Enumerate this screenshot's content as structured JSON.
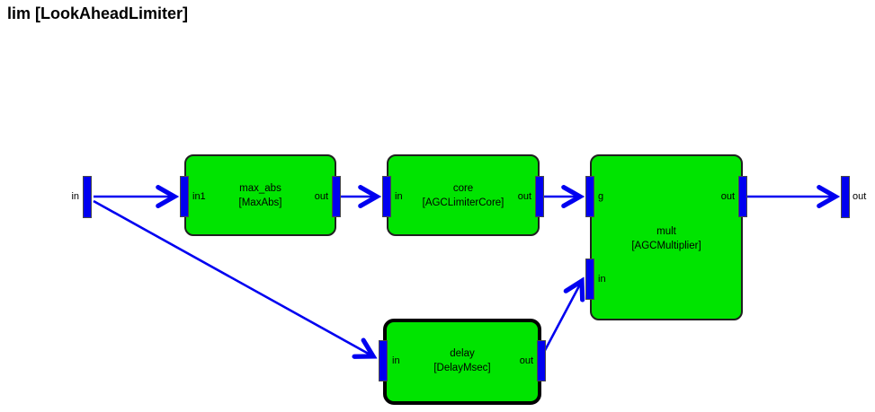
{
  "title": "lim [LookAheadLimiter]",
  "colors": {
    "block_fill": "#00e400",
    "port_blue": "#0000f0",
    "wire_blue": "#0000f0",
    "block_border": "#1f1f1f",
    "selected_border": "#000000",
    "background": "#ffffff",
    "text": "#000000"
  },
  "terminals": {
    "input": {
      "label": "in"
    },
    "output": {
      "label": "out"
    }
  },
  "blocks": [
    {
      "id": "max_abs",
      "name": "max_abs",
      "type": "[MaxAbs]",
      "ports": {
        "in1": "in1",
        "out": "out"
      },
      "selected": false
    },
    {
      "id": "core",
      "name": "core",
      "type": "[AGCLimiterCore]",
      "ports": {
        "in": "in",
        "out": "out"
      },
      "selected": false
    },
    {
      "id": "mult",
      "name": "mult",
      "type": "[AGCMultiplier]",
      "ports": {
        "g": "g",
        "in": "in",
        "out": "out"
      },
      "selected": false
    },
    {
      "id": "delay",
      "name": "delay",
      "type": "[DelayMsec]",
      "ports": {
        "in": "in",
        "out": "out"
      },
      "selected": true
    }
  ],
  "connections": [
    {
      "from": "in",
      "to": "max_abs.in1"
    },
    {
      "from": "in",
      "to": "delay.in"
    },
    {
      "from": "max_abs.out",
      "to": "core.in"
    },
    {
      "from": "core.out",
      "to": "mult.g"
    },
    {
      "from": "delay.out",
      "to": "mult.in"
    },
    {
      "from": "mult.out",
      "to": "out"
    }
  ]
}
